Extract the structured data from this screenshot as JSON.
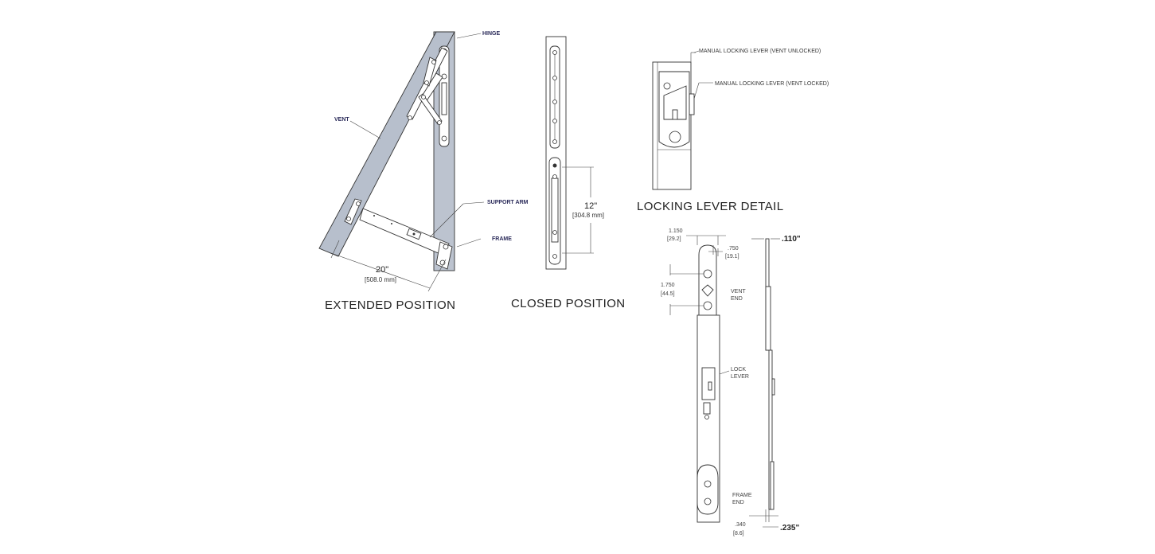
{
  "titles": {
    "extended": "EXTENDED POSITION",
    "closed": "CLOSED POSITION",
    "locking_detail": "LOCKING LEVER DETAIL"
  },
  "callouts": {
    "hinge": "HINGE",
    "vent": "VENT",
    "support_arm": "SUPPORT ARM",
    "frame": "FRAME",
    "manual_unlocked": "MANUAL LOCKING LEVER (VENT UNLOCKED)",
    "manual_locked": "MANUAL LOCKING LEVER (VENT LOCKED)",
    "vent_end_1": "VENT",
    "vent_end_2": "END",
    "lock_lever_1": "LOCK",
    "lock_lever_2": "LEVER",
    "frame_end_1": "FRAME",
    "frame_end_2": "END"
  },
  "dimensions": {
    "extended_len": "20\"",
    "extended_len_mm": "[508.0 mm]",
    "closed_len": "12\"",
    "closed_len_mm": "[304.8 mm]",
    "width_in": "1.150",
    "width_mm": "[29.2]",
    "end_in": ".750",
    "end_mm": "[19.1]",
    "hole_spacing_in": "1.750",
    "hole_spacing_mm": "[44.5]",
    "thickness": ".110\"",
    "offset_in": ".340",
    "offset_mm": "[8.6]",
    "frame_thickness": ".235\""
  },
  "colors": {
    "vent_fill": "#b7bfcc",
    "frame_fill": "#bcc3cf",
    "line": "#333333",
    "callout_text": "#2b2b5a"
  }
}
